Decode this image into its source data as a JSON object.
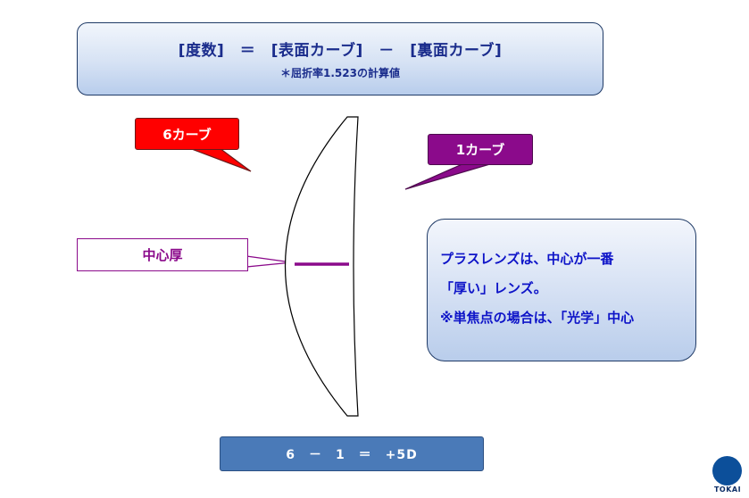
{
  "formula": {
    "main": "[度数]　＝　[表面カーブ]　－　[裏面カーブ]",
    "note": "＊屈折率1.523の計算値"
  },
  "labels": {
    "front_curve": "6カーブ",
    "back_curve": "1カーブ",
    "center_thickness": "中心厚"
  },
  "description": {
    "lines": [
      "プラスレンズは、中心が一番",
      "「厚い」レンズ。",
      "※単焦点の場合は、「光学」中心"
    ]
  },
  "result": {
    "text": "6　－　1　＝　+5D"
  },
  "logo": {
    "text": "TOKAI"
  },
  "colors": {
    "formula_text": "#1a2c8c",
    "front_curve_fill": "#ff0000",
    "back_curve_fill": "#8b0a8b",
    "center_line": "#8b0a8b",
    "description_text": "#0e14c8",
    "result_fill": "#4a7ab8",
    "logo_blue": "#0c4f9a"
  }
}
